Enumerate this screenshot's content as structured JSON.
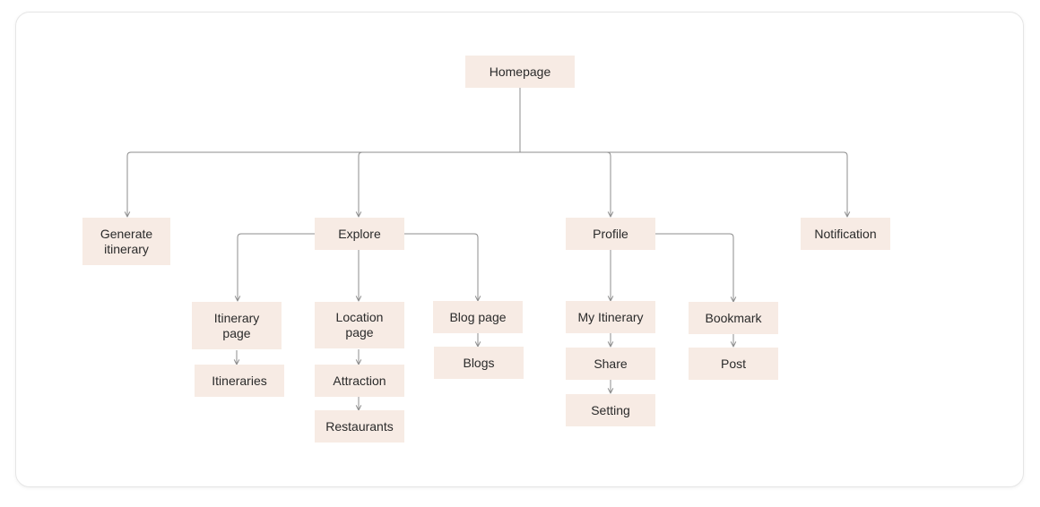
{
  "diagram": {
    "line_color": "#8c8c8c",
    "node_fill": "#f7ebe4",
    "nodes": {
      "homepage": "Homepage",
      "generate_itinerary": "Generate itinerary",
      "explore": "Explore",
      "profile": "Profile",
      "notification": "Notification",
      "itinerary_page": "Itinerary page",
      "itineraries": "Itineraries",
      "location_page": "Location page",
      "attraction": "Attraction",
      "restaurants": "Restaurants",
      "blog_page": "Blog page",
      "blogs": "Blogs",
      "my_itinerary": "My Itinerary",
      "share": "Share",
      "setting": "Setting",
      "bookmark": "Bookmark",
      "post": "Post"
    }
  }
}
